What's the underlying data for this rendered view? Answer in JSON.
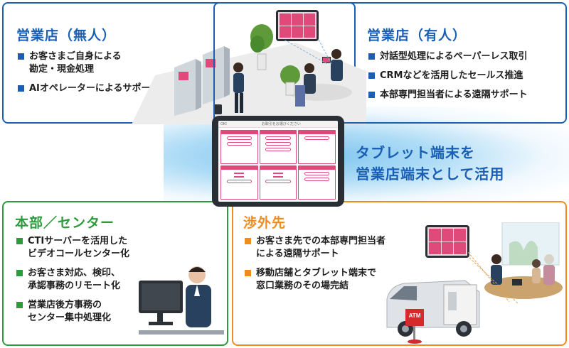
{
  "unmanned": {
    "title": "営業店（無人）",
    "items": [
      "お客さまご自身による",
      "勘定・現金処理",
      "AIオペレーターによるサポート"
    ]
  },
  "manned": {
    "title": "営業店（有人）",
    "items": [
      "対話型処理によるペーパーレス取引",
      "CRMなどを活用したセールス推進",
      "本部専門担当者による遠隔サポート"
    ]
  },
  "hq": {
    "title": "本部／センター",
    "items": [
      [
        "CTIサーバーを活用した",
        "ビデオコールセンター化"
      ],
      [
        "お客さま対応、検印、",
        "承認事務のリモート化"
      ],
      [
        "営業店後方事務の",
        "センター集中処理化"
      ]
    ]
  },
  "field": {
    "title": "渉外先",
    "items": [
      [
        "お客さま先での本部専門担当者",
        "による遠隔サポート"
      ],
      [
        "移動店舗とタブレット端末で",
        "窓口業務のその場完結"
      ]
    ]
  },
  "tablet": {
    "caption_line1": "タブレット端末を",
    "caption_line2": "営業店端末として活用",
    "screen_brand": "OKI",
    "screen_header": "お取引をお選びください"
  },
  "colors": {
    "blue": "#1a5fb4",
    "green": "#2e9a3e",
    "orange": "#f08c1e",
    "pink": "#e04a7a"
  },
  "icons": [
    "atm-icon",
    "tablet-icon",
    "bank-clerk-icon",
    "customer-icon",
    "operator-icon",
    "mobile-branch-van-icon",
    "atm-sign-icon"
  ]
}
